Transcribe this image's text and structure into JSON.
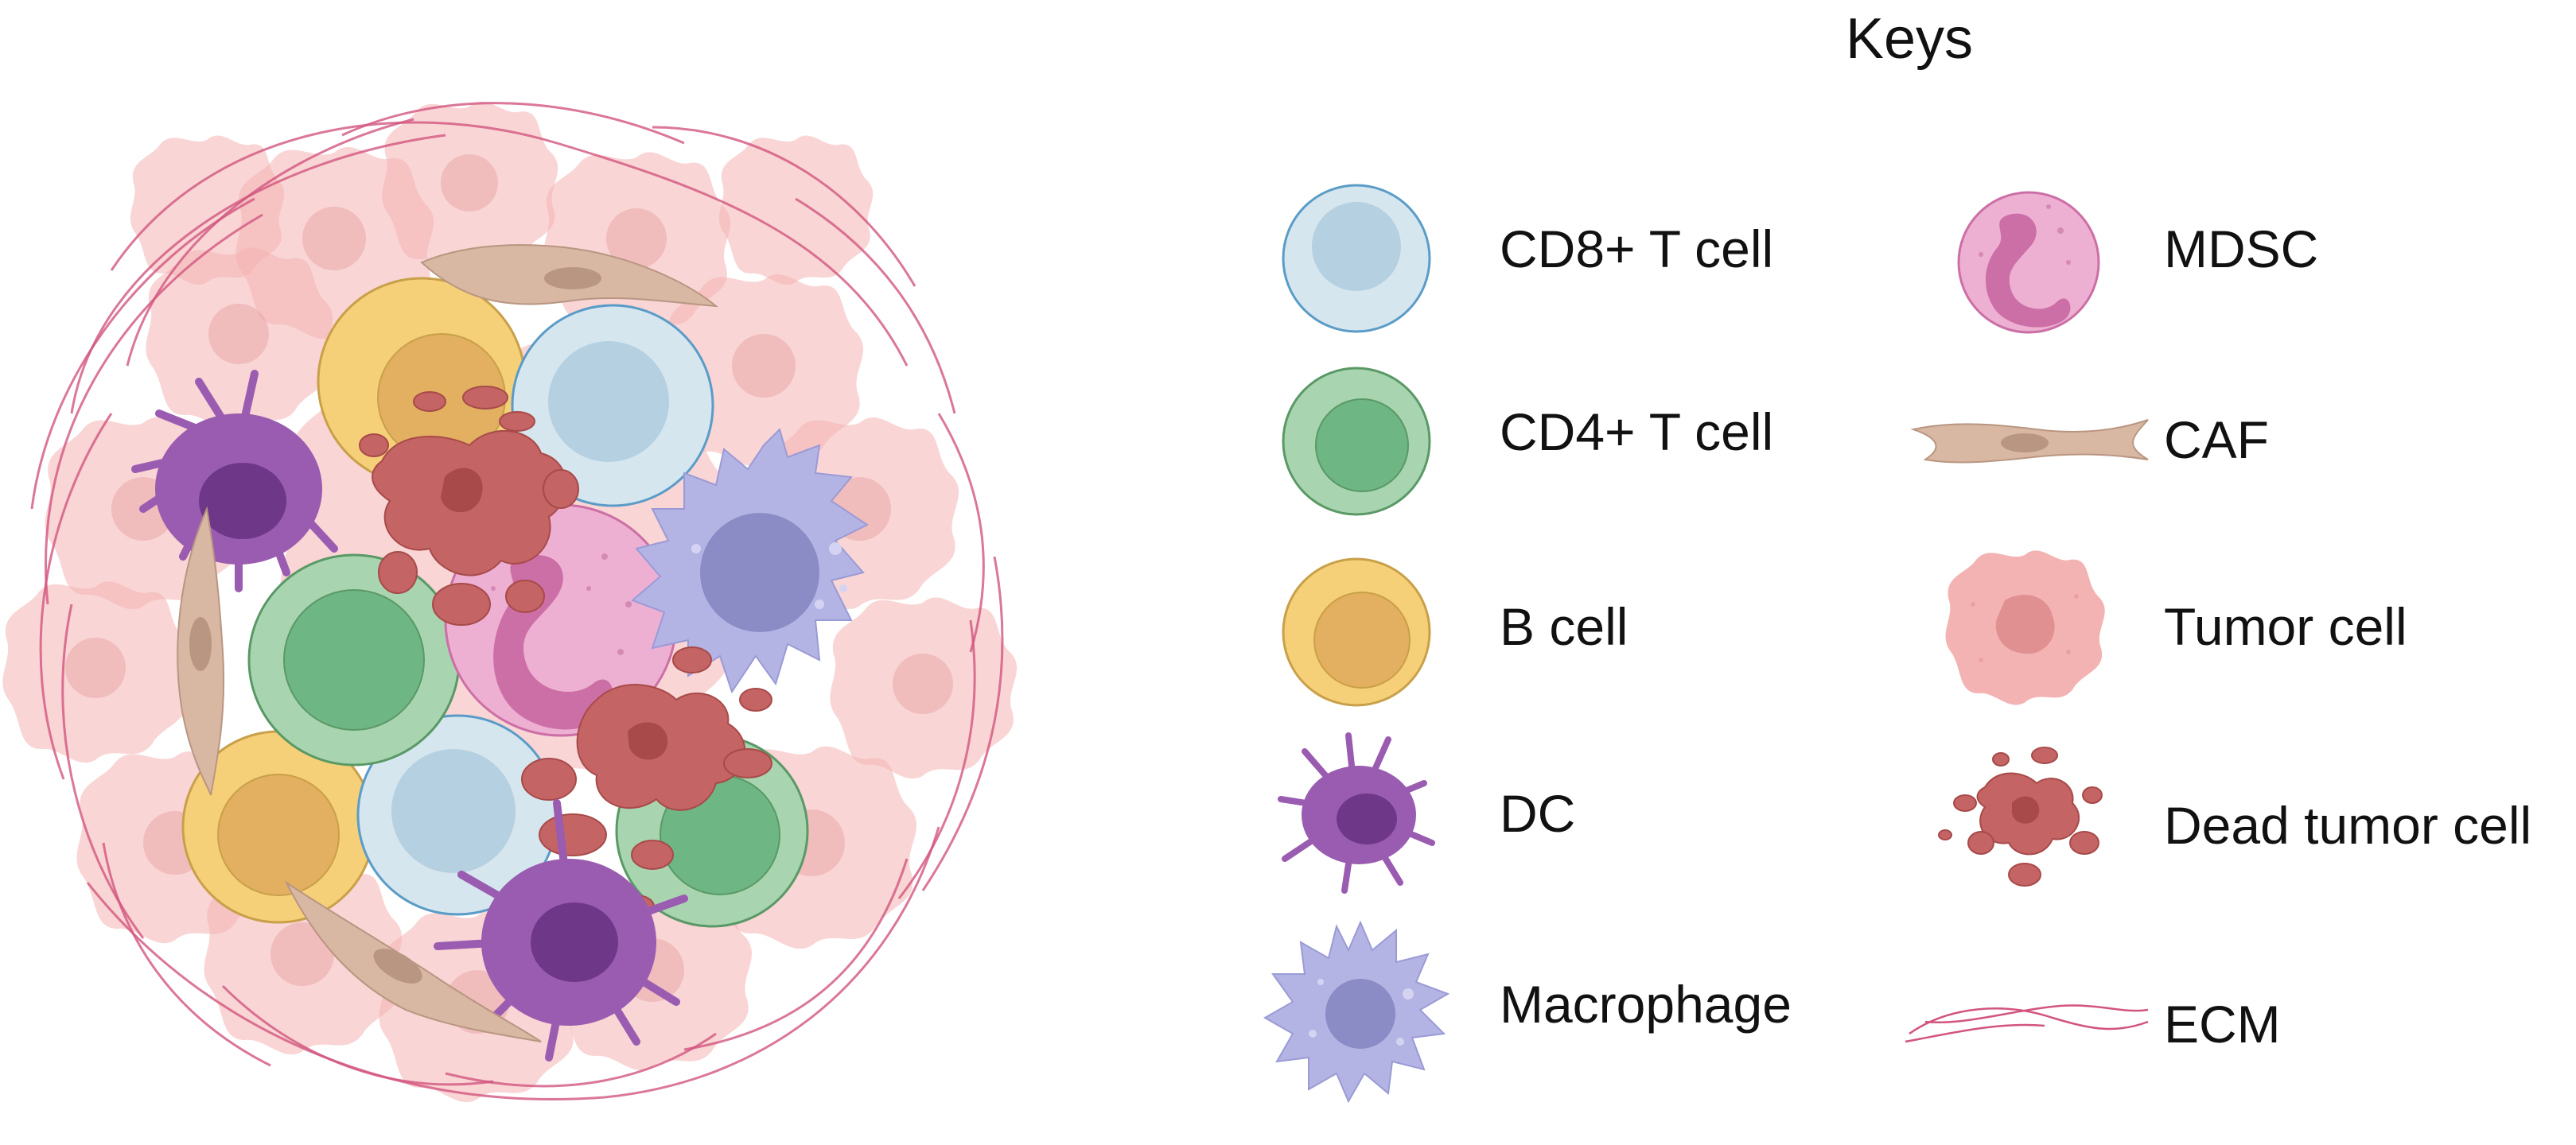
{
  "keys_title": "Keys",
  "legend": {
    "left_column": [
      {
        "icon": "cd8-t-cell-icon",
        "label": "CD8+ T cell"
      },
      {
        "icon": "cd4-t-cell-icon",
        "label": "CD4+ T cell"
      },
      {
        "icon": "b-cell-icon",
        "label": "B cell"
      },
      {
        "icon": "dc-icon",
        "label": "DC"
      },
      {
        "icon": "macrophage-icon",
        "label": "Macrophage"
      }
    ],
    "right_column": [
      {
        "icon": "mdsc-icon",
        "label": "MDSC"
      },
      {
        "icon": "caf-icon",
        "label": "CAF"
      },
      {
        "icon": "tumor-cell-icon",
        "label": "Tumor cell"
      },
      {
        "icon": "dead-tumor-cell-icon",
        "label": "Dead tumor cell"
      },
      {
        "icon": "ecm-icon",
        "label": "ECM"
      }
    ]
  },
  "colors": {
    "cd8": "#d6e6ef",
    "cd8_nucleus": "#b5d0e0",
    "cd8_outline": "#5a9cc7",
    "cd4": "#a8d5b0",
    "cd4_nucleus": "#6fb685",
    "cd4_outline": "#5a9966",
    "bcell": "#f6d078",
    "bcell_nucleus": "#e2b060",
    "bcell_outline": "#c9a04a",
    "dc": "#9a5cb0",
    "dc_nucleus": "#6e3788",
    "macrophage": "#b4b4e4",
    "macrophage_nucleus": "#8b8bc6",
    "mdsc": "#eeb0d2",
    "mdsc_nucleus": "#cc6fa6",
    "caf": "#d8b7a3",
    "caf_nucleus": "#b99682",
    "tumor": "#f4b3b3",
    "tumor_nucleus": "#e09090",
    "dead_tumor": "#c46464",
    "dead_tumor_dark": "#a84a4a",
    "ecm": "#d2557e"
  }
}
